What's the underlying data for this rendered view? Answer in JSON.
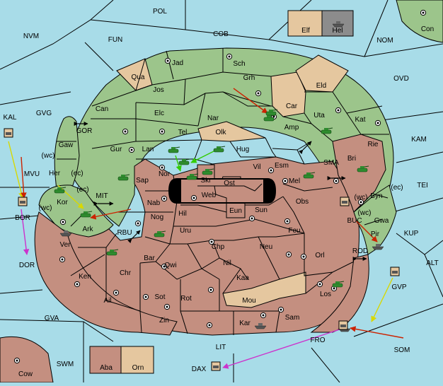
{
  "colors": {
    "sea": "#a8dce8",
    "green": "#9cc58b",
    "red": "#c48f80",
    "tan": "#e5c79f",
    "gray": "#8c8c8c",
    "arrow_red": "#cc2200",
    "arrow_yellow": "#f0f000",
    "arrow_green": "#33cc00",
    "arrow_magenta": "#cc33cc"
  },
  "sea_labels": {
    "pol": "POL",
    "nvm": "NVM",
    "fun": "FUN",
    "cob": "COB",
    "nom": "NOM",
    "ovd": "OVD",
    "kam": "KAM",
    "tei": "TEI",
    "kup": "KUP",
    "alt": "ALT",
    "gvg": "GVG",
    "kal": "KAL",
    "mvu": "MVU",
    "bor": "BOR",
    "dor": "DOR",
    "gor": "GOR",
    "mit": "MIT",
    "rbu": "RBU",
    "sma": "SMA",
    "buc": "BUC",
    "rod": "ROD",
    "gvp": "GVP",
    "gva": "GVA",
    "swm": "SWM",
    "lit": "LIT",
    "fro": "FRO",
    "som": "SOM",
    "dax": "DAX"
  },
  "land_labels": {
    "con": "Con",
    "cow": "Cow",
    "elf": "Elf",
    "hel": "Hel",
    "aba": "Aba",
    "orn": "Orn",
    "jad": "Jad",
    "sch": "Sch",
    "qua": "Qua",
    "jos": "Jos",
    "grh": "Grh",
    "eld": "Eld",
    "can": "Can",
    "elc": "Elc",
    "nar": "Nar",
    "car": "Car",
    "uta": "Uta",
    "kat": "Kat",
    "tel": "Tel",
    "olk": "Olk",
    "amp": "Amp",
    "gur": "Gur",
    "lan": "Lan",
    "hug": "Hug",
    "rie": "Rie",
    "bri": "Bri",
    "esm": "Esm",
    "vil": "Vil",
    "nor": "Nor",
    "sap": "Sap",
    "skr": "Skr",
    "ost": "Ost",
    "web": "Web",
    "mel": "Mel",
    "byn": "Byn",
    "gaw": "Gaw",
    "her": "Her",
    "kor": "Kor",
    "nab": "Nab",
    "eun": "Eun",
    "sun": "Sun",
    "obs": "Obs",
    "ark": "Ark",
    "nog": "Nog",
    "hil": "Hil",
    "uru": "Uru",
    "feu": "Feu",
    "gwa": "Gwa",
    "pir": "Pir",
    "ver": "Ver",
    "bar": "Bar",
    "qwi": "Qwi",
    "chp": "Chp",
    "neu": "Neu",
    "orl": "Orl",
    "ken": "Ken",
    "chr": "Chr",
    "nil": "Nil",
    "kaa": "Kaa",
    "ail": "Ail",
    "sot": "Sot",
    "rot": "Rot",
    "mou": "Mou",
    "los": "Los",
    "zin": "Zin",
    "kar": "Kar",
    "sam": "Sam"
  },
  "coast_tags": {
    "wc_gaw": "(wc)",
    "ec_her": "(ec)",
    "ec_kor": "(ec)",
    "wc_kor": "(wc)",
    "wc_byn": "(wc)",
    "ec_byn": "(ec)",
    "wc_gwa": "(wc)"
  },
  "icons": {
    "army": "army-icon",
    "fleet": "fleet-icon",
    "supply_center": "supply-center-icon",
    "convoy_flag": "flag-icon"
  }
}
